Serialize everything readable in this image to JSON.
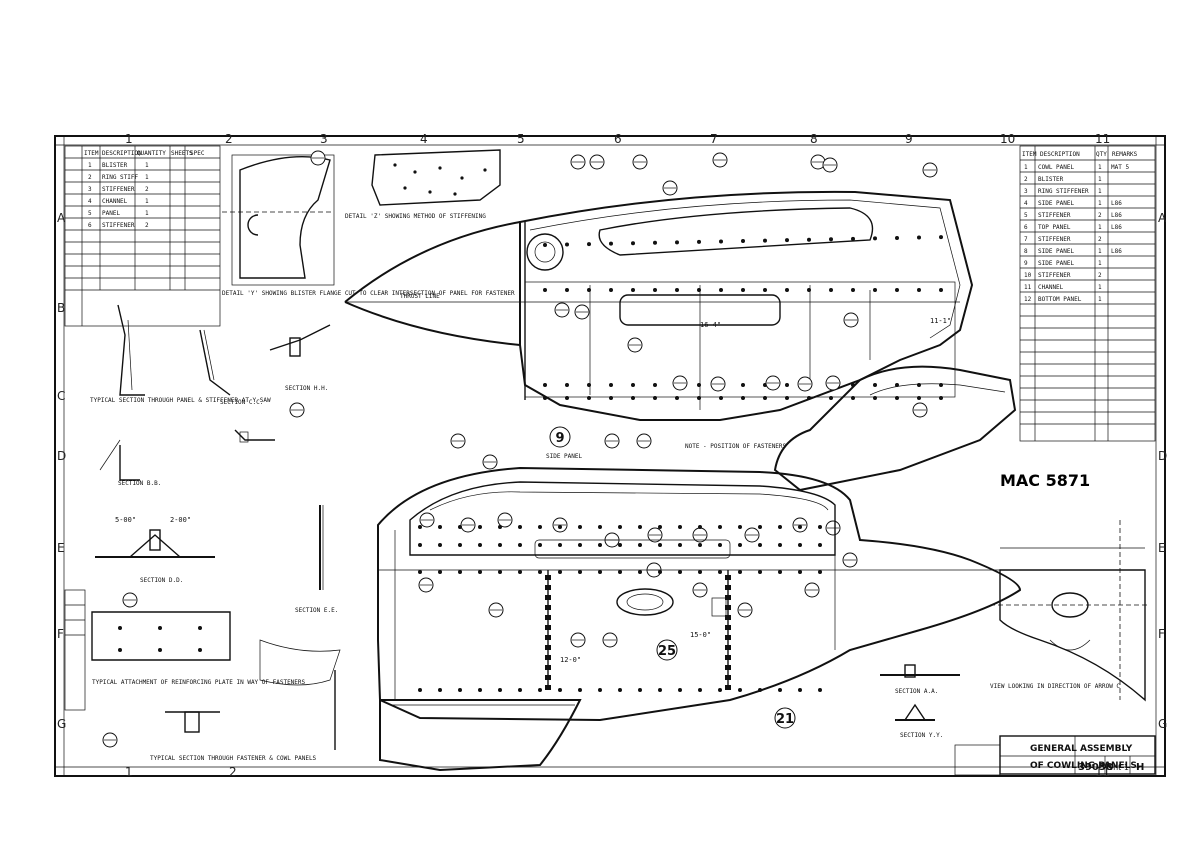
{
  "sheet": {
    "grid_columns": [
      "1",
      "2",
      "3",
      "4",
      "5",
      "6",
      "7",
      "8",
      "9",
      "10",
      "11"
    ],
    "grid_rows": [
      "A",
      "B",
      "C",
      "D",
      "E",
      "F",
      "G"
    ]
  },
  "top_view": {
    "detail_y_note": "DETAIL 'Y' SHOWING BLISTER FLANGE CUT TO CLEAR INTERSECTION OF PANEL FOR FASTENER",
    "detail_z_note": "DETAIL 'Z' SHOWING METHOD OF STIFFENING",
    "thrust_line": "THRUST LINE",
    "item_9": "9",
    "item_9_label": "SIDE PANEL",
    "note_fastener": "NOTE - POSITION OF FASTENERS",
    "dim_1": "16-4\"",
    "dim_2": "11-1\""
  },
  "bottom_view": {
    "item_25": "25",
    "item_21": "21",
    "dim_1": "12-0\"",
    "dim_2": "15-0\"",
    "view_note": "VIEW LOOKING IN DIRECTION OF ARROW C"
  },
  "sections": {
    "typical_section_panel": "TYPICAL SECTION THROUGH PANEL & STIFFENER AT Y SAW",
    "section_hh": "SECTION H.H.",
    "section_cc": "SECTION C.C.",
    "section_bb": "SECTION B.B.",
    "section_dd": "SECTION D.D.",
    "section_ee": "SECTION E.E.",
    "section_aa": "SECTION A.A.",
    "section_yy": "SECTION Y.Y.",
    "reinforcing_note": "TYPICAL ATTACHMENT OF REINFORCING PLATE IN WAY OF FASTENERS",
    "typical_fastener": "TYPICAL SECTION THROUGH FASTENER & COWL PANELS",
    "dim_5_00": "5-00\"",
    "dim_2_00": "2-00\""
  },
  "handwritten_ref": "MAC 5871",
  "title_block": {
    "line1": "GENERAL ASSEMBLY",
    "line2": "OF COWLING PANELS.",
    "drawing_no": "39038",
    "sheet": "Sht 1",
    "issue": "H"
  },
  "parts_list": {
    "header": [
      "ITEM",
      "DESCRIPTION",
      "QTY",
      "REMARKS"
    ],
    "rows": [
      [
        "1",
        "COWL PANEL",
        "1",
        "MAT 5"
      ],
      [
        "2",
        "BLISTER",
        "1",
        ""
      ],
      [
        "3",
        "RING STIFFENER",
        "1",
        ""
      ],
      [
        "4",
        "SIDE PANEL",
        "1",
        "L86"
      ],
      [
        "5",
        "STIFFENER",
        "2",
        "L86"
      ],
      [
        "6",
        "TOP PANEL",
        "1",
        "L86"
      ],
      [
        "7",
        "STIFFENER",
        "2",
        ""
      ],
      [
        "8",
        "SIDE PANEL",
        "1",
        "L86"
      ],
      [
        "9",
        "SIDE PANEL",
        "1",
        ""
      ],
      [
        "10",
        "STIFFENER",
        "2",
        ""
      ],
      [
        "11",
        "CHANNEL",
        "1",
        ""
      ],
      [
        "12",
        "BOTTOM PANEL",
        "1",
        ""
      ]
    ]
  },
  "left_table": {
    "header": [
      "ITEM",
      "DESCRIPTION",
      "QUANTITY",
      "SHEETS",
      "SPEC"
    ],
    "rows": [
      [
        "1",
        "BLISTER",
        "1",
        "",
        ""
      ],
      [
        "2",
        "RING STIFF",
        "1",
        "",
        ""
      ],
      [
        "3",
        "STIFFENER",
        "2",
        "",
        ""
      ],
      [
        "4",
        "CHANNEL",
        "1",
        "",
        ""
      ],
      [
        "5",
        "PANEL",
        "1",
        "",
        ""
      ],
      [
        "6",
        "STIFFENER",
        "2",
        "",
        ""
      ]
    ]
  },
  "colors": {
    "ink": "#111111",
    "paper": "#ffffff"
  }
}
